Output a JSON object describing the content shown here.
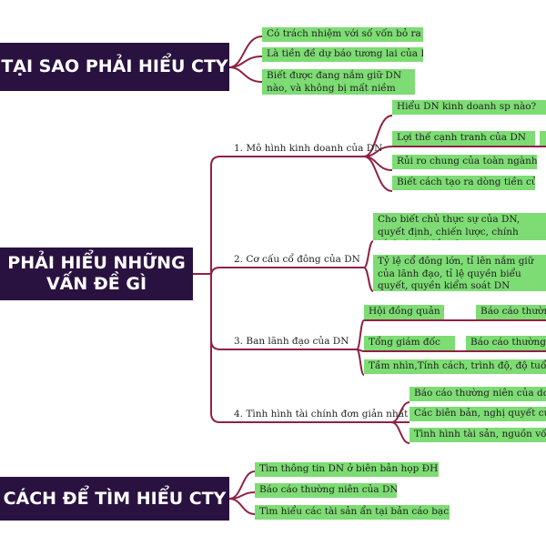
{
  "colors": {
    "line": "#8e2243",
    "box": "#7ddc73",
    "main": "#2a1240"
  },
  "main": {
    "why": "TẠI SAO PHẢI HIỂU CTY",
    "what_line1": "PHẢI HIỂU NHỮNG",
    "what_line2": "VẤN ĐỀ GÌ",
    "how": "CÁCH ĐỂ TÌM HIỂU CTY"
  },
  "why_items": [
    "Có trách nhiệm với số vốn bỏ ra đầu tư",
    "Là tiền đề dự báo tương lai của DN",
    "Biết được đang nắm giữ DN nào, và không bị mất niềm tin vào DN"
  ],
  "topics": [
    {
      "label": "1. Mô hình kinh doanh của DN",
      "items": [
        "Hiểu DN kinh doanh sp nào?",
        "Lợi thế cạnh tranh của DN",
        "Rủi ro chung của toàn ngành",
        "Biết cách tạo ra dòng tiền của DN"
      ]
    },
    {
      "label": "2. Cơ cấu cổ đông của DN",
      "items": [
        "Cho biết chủ thực sự của DN, quyết định, chiến lược, chính sách do ai đề ra?",
        "Tỷ lệ cổ đông lớn, tỉ lên nắm giữ của lãnh đạo, tỉ lệ quyền biểu quyết, quyền kiểm soát DN"
      ]
    },
    {
      "label": "3. Ban lãnh đạo của DN",
      "items": [
        "Hội đồng quản trị",
        "Tổng giám đốc",
        "Tầm nhìn,Tính cách, trình độ, độ tuổi của ban"
      ],
      "sub": [
        "Báo cáo thường n",
        "Báo cáo thường niê"
      ]
    },
    {
      "label": "4. Tình hình tài chính đơn giản nhất",
      "items": [
        "Báo cáo thường niên của doanh n",
        "Các biên bản, nghị quyết của đại h",
        "Tình hình tài sản, nguồn vốn, doa"
      ]
    }
  ],
  "how_items": [
    "Tìm thông tin DN ở biên bản họp ĐHCĐ",
    "Báo cáo thường niên của DN",
    "Tìm hiểu các tài sản ẩn tại bản cáo bạch của DN"
  ]
}
